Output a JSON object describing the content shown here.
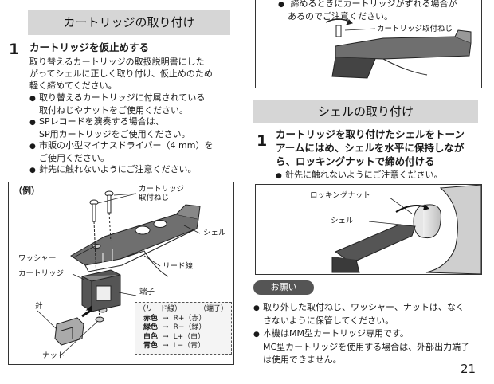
{
  "left": {
    "section_title": "カートリッジの取り付け",
    "step": {
      "number": "1",
      "heading": "カートリッジを仮止めする",
      "body": [
        "取り替えるカートリッジの取扱説明書にした",
        "がってシェルに正しく取り付け、仮止めのため",
        "軽く締めてください。"
      ],
      "bullets": [
        [
          "取り替えるカートリッジに付属されている",
          "取付ねじやナットをご使用ください。"
        ],
        [
          "SPレコードを演奏する場合は、",
          "SP用カートリッジをご使用ください。"
        ],
        [
          "市販の小型マイナスドライバー（4 mm）を",
          "ご使用ください。"
        ],
        [
          "針先に触れないようにご注意ください。"
        ]
      ]
    },
    "figure": {
      "example_label": "（例）",
      "labels": {
        "screw": [
          "カートリッジ",
          "取付ねじ"
        ],
        "shell": "シェル",
        "washer": "ワッシャー",
        "lead_wire": "リード線",
        "cartridge": "カートリッジ",
        "terminal": "端子",
        "stylus": "針",
        "nut": "ナット"
      },
      "wire_table": {
        "header": [
          "（リード線）",
          "（端子）"
        ],
        "rows": [
          {
            "color": "赤色",
            "arrow": "→",
            "terminal": "R+（赤）"
          },
          {
            "color": "緑色",
            "arrow": "→",
            "terminal": "R−（緑）"
          },
          {
            "color": "白色",
            "arrow": "→",
            "terminal": "L+（白）"
          },
          {
            "color": "青色",
            "arrow": "→",
            "terminal": "L−（青）"
          }
        ]
      }
    }
  },
  "right": {
    "top_note": [
      "締めるときにカートリッジがずれる場合が",
      "あるのでご注意ください。"
    ],
    "top_figure_label": "カートリッジ取付ねじ",
    "section_title": "シェルの取り付け",
    "step": {
      "number": "1",
      "heading": [
        "カートリッジを取り付けたシェルをトーン",
        "アームにはめ、シェルを水平に保持しなが",
        "ら、ロッキングナットで締め付ける"
      ],
      "bullet": "針先に触れないようにご注意ください。"
    },
    "figure": {
      "locking_nut": "ロッキングナット",
      "shell": "シェル"
    },
    "notice": {
      "badge": "お願い",
      "bullets": [
        [
          "取り外した取付ねじ、ワッシャー、ナットは、なく",
          "さないように保管してください。"
        ],
        [
          "本機はMM型カートリッジ専用です。",
          "MC型カートリッジを使用する場合は、外部出力端子",
          "は使用できません。"
        ]
      ]
    },
    "page_number": "21"
  }
}
